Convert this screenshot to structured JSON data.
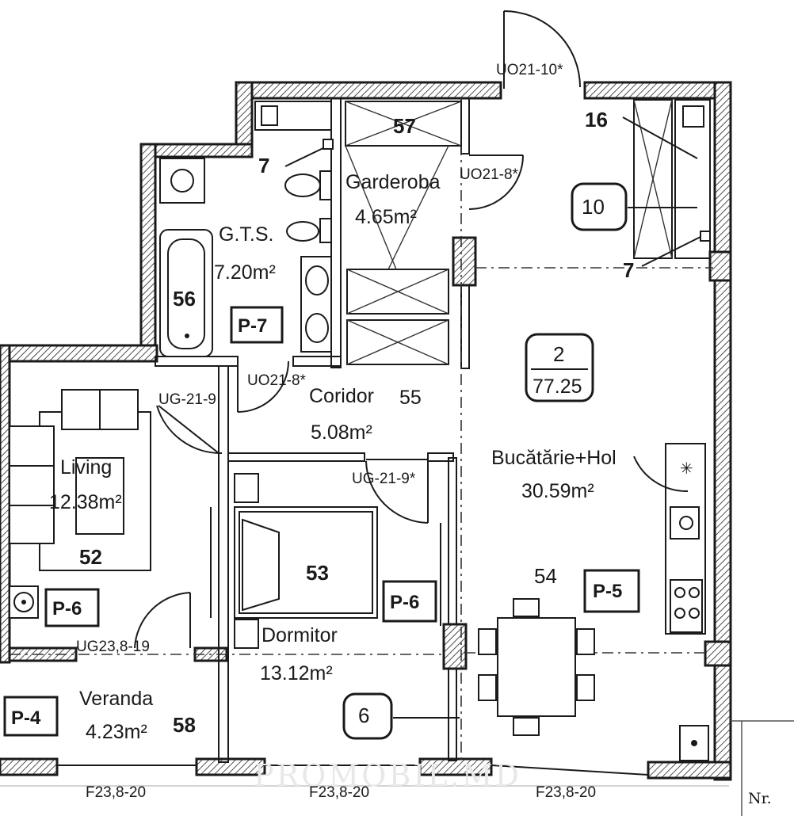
{
  "rooms": {
    "living": {
      "label": "Living",
      "area": "12.38m²",
      "number": "52",
      "tag": "P-6"
    },
    "dormitor": {
      "label": "Dormitor",
      "area": "13.12m²",
      "number": "53",
      "tag": "P-6"
    },
    "bucatarie": {
      "label": "Bucătărie+Hol",
      "area": "30.59m²",
      "number": "54",
      "tag": "P-5"
    },
    "coridor": {
      "label": "Coridor",
      "number": "55",
      "area": "5.08m²"
    },
    "gts": {
      "label": "G.T.S.",
      "area": "7.20m²",
      "number": "56",
      "tag": "P-7"
    },
    "garderoba": {
      "label": "Garderoba",
      "area": "4.65m²",
      "number": "57"
    },
    "veranda": {
      "label": "Veranda",
      "area": "4.23m²",
      "number": "58",
      "tag": "P-4"
    }
  },
  "apartment": {
    "number": "2",
    "total": "77.25"
  },
  "markers": {
    "m16": "16",
    "m10": "10",
    "m6": "6",
    "m7a": "7",
    "m7b": "7"
  },
  "doors": {
    "entry": "UO21-10*",
    "garderoba": "UO21-8*",
    "gts": "UO21-8*",
    "living": "UG-21-9",
    "dormitor": "UG-21-9*",
    "veranda": "UG23,8-19"
  },
  "windows": {
    "w1": "F23,8-20",
    "w2": "F23,8-20",
    "w3": "F23,8-20"
  },
  "footer": {
    "nr": "Nr.",
    "watermark": "PROMOBIL.MD"
  }
}
